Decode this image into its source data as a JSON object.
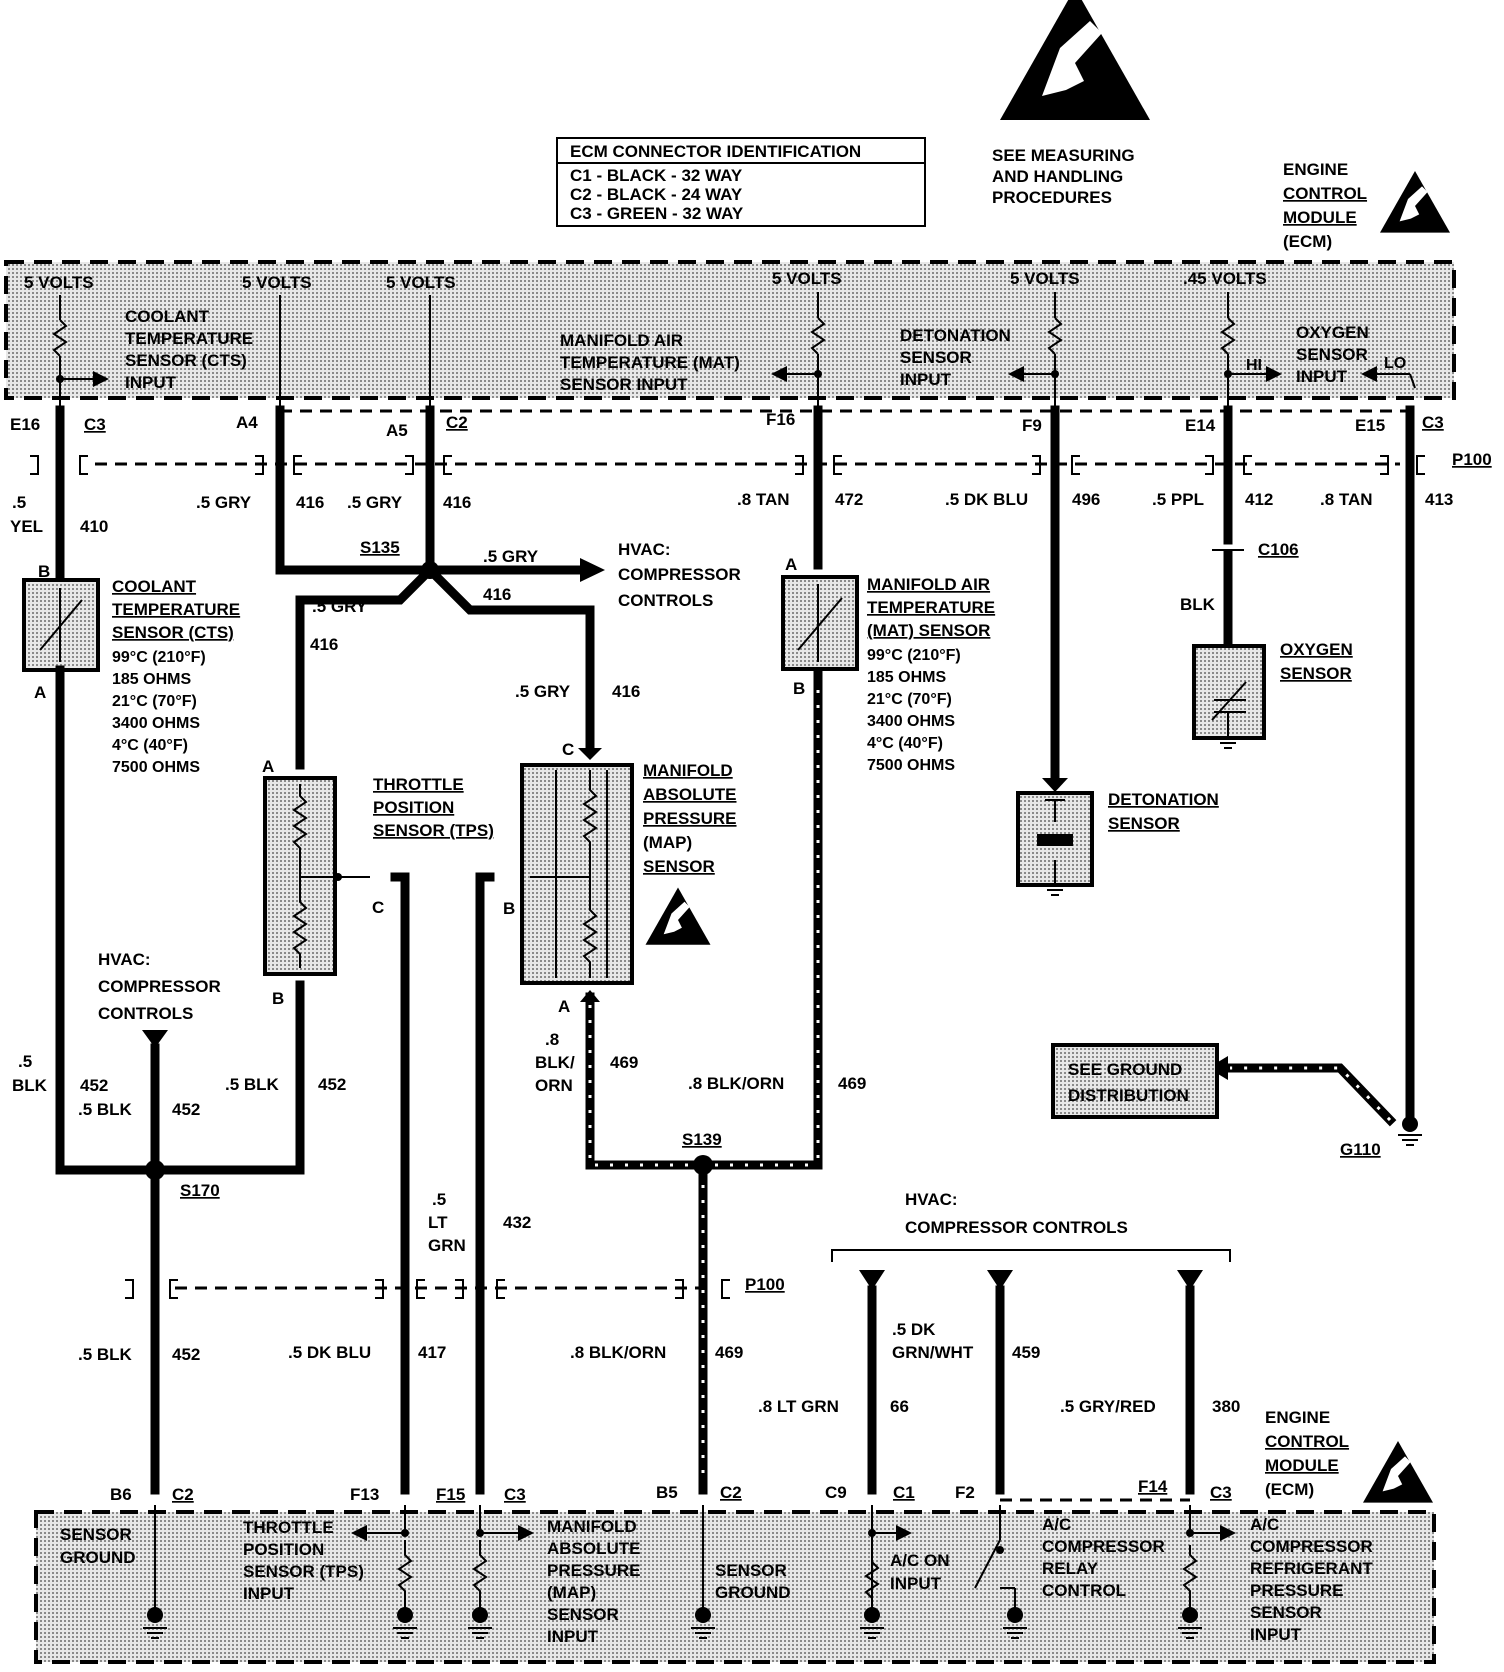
{
  "legend": {
    "title": "ECM CONNECTOR IDENTIFICATION",
    "lines": [
      "C1 - BLACK - 32 WAY",
      "C2 - BLACK - 24 WAY",
      "C3 - GREEN - 32 WAY"
    ]
  },
  "esd_note": [
    "SEE MEASURING",
    "AND HANDLING",
    "PROCEDURES"
  ],
  "ecm_label": [
    "ENGINE",
    "CONTROL",
    "MODULE",
    "(ECM)"
  ],
  "top_ecm": {
    "voltages": [
      "5 VOLTS",
      "5 VOLTS",
      "5 VOLTS",
      "5 VOLTS",
      "5 VOLTS",
      ".45 VOLTS"
    ],
    "cts_input": [
      "COOLANT",
      "TEMPERATURE",
      "SENSOR (CTS)",
      "INPUT"
    ],
    "mat_input": [
      "MANIFOLD AIR",
      "TEMPERATURE (MAT)",
      "SENSOR INPUT"
    ],
    "det_input": [
      "DETONATION",
      "SENSOR",
      "INPUT"
    ],
    "o2_input": [
      "OXYGEN",
      "SENSOR",
      "INPUT"
    ],
    "hi": "HI",
    "lo": "LO"
  },
  "pins_top": [
    "E16",
    "C3",
    "A4",
    "A5",
    "C2",
    "F16",
    "F9",
    "E14",
    "E15",
    "C3",
    "P100"
  ],
  "wires_top": {
    "cts": {
      "gauge": [
        ".5",
        "YEL"
      ],
      "circuit": "410"
    },
    "a4": {
      "gauge": ".5 GRY",
      "circuit": "416"
    },
    "a5": {
      "gauge": ".5 GRY",
      "circuit": "416"
    },
    "mat": {
      "gauge": ".8 TAN",
      "circuit": "472"
    },
    "det": {
      "gauge": ".5 DK BLU",
      "circuit": "496"
    },
    "o2": {
      "gauge": ".5 PPL",
      "circuit": "412"
    },
    "gnd": {
      "gauge": ".8 TAN",
      "circuit": "413"
    }
  },
  "splices": {
    "s135": "S135",
    "s139": "S139",
    "s170": "S170"
  },
  "hvac_branch": {
    "gauge": ".5 GRY",
    "circuit": "416",
    "label": [
      "HVAC:",
      "COMPRESSOR",
      "CONTROLS"
    ]
  },
  "tps_feed": {
    "gauge": ".5 GRY",
    "circuit": "416"
  },
  "map_feed": {
    "gauge": ".5 GRY",
    "circuit": "416"
  },
  "cts_sensor": {
    "name": [
      "COOLANT",
      "TEMPERATURE",
      "SENSOR (CTS)"
    ],
    "specs": [
      "99°C (210°F)",
      "185 OHMS",
      "21°C (70°F)",
      "3400 OHMS",
      "4°C (40°F)",
      "7500 OHMS"
    ],
    "pin_top": "B",
    "pin_bottom": "A"
  },
  "mat_sensor": {
    "name": [
      "MANIFOLD AIR",
      "TEMPERATURE",
      "(MAT) SENSOR"
    ],
    "specs": [
      "99°C (210°F)",
      "185 OHMS",
      "21°C (70°F)",
      "3400 OHMS",
      "4°C (40°F)",
      "7500 OHMS"
    ],
    "pin_top": "A",
    "pin_bottom": "B"
  },
  "tps_sensor": {
    "name": [
      "THROTTLE",
      "POSITION",
      "SENSOR (TPS)"
    ],
    "pins": [
      "A",
      "B",
      "C"
    ]
  },
  "map_sensor": {
    "name": [
      "MANIFOLD",
      "ABSOLUTE",
      "PRESSURE",
      "(MAP)",
      "SENSOR"
    ],
    "pins": [
      "C",
      "B",
      "A"
    ]
  },
  "o2_sensor": {
    "name": [
      "OXYGEN",
      "SENSOR"
    ],
    "connector": "C106",
    "wire": "BLK"
  },
  "det_sensor": {
    "name": [
      "DETONATION",
      "SENSOR"
    ]
  },
  "ground_note": [
    "SEE GROUND",
    "DISTRIBUTION"
  ],
  "ground_g110": "G110",
  "mid_wires": {
    "cts_gnd": {
      "gauge": [
        ".5",
        "BLK"
      ],
      "circuit": "452"
    },
    "hvac_gnd": {
      "gauge": ".5 BLK",
      "circuit": "452"
    },
    "tps_gnd": {
      "gauge": ".5 BLK",
      "circuit": "452"
    },
    "hvac_label": [
      "HVAC:",
      "COMPRESSOR",
      "CONTROLS"
    ],
    "map_gnd": {
      "gauge": [
        ".8",
        "BLK/",
        "ORN"
      ],
      "circuit": "469"
    },
    "mat_gnd": {
      "gauge": ".8 BLK/ORN",
      "circuit": "469"
    },
    "map_sig": {
      "gauge": [
        ".5",
        "LT",
        "GRN"
      ],
      "circuit": "432"
    }
  },
  "lower_wires": {
    "sensor_gnd": {
      "gauge": ".5 BLK",
      "circuit": "452"
    },
    "tps_sig": {
      "gauge": ".5 DK BLU",
      "circuit": "417"
    },
    "s139_out": {
      "gauge": ".8 BLK/ORN",
      "circuit": "469"
    },
    "p100": "P100"
  },
  "hvac_bottom": {
    "label": [
      "HVAC:",
      "COMPRESSOR CONTROLS"
    ],
    "w1": {
      "gauge": ".8 LT GRN",
      "circuit": "66"
    },
    "w2": {
      "gauge": [
        ".5 DK",
        "GRN/WHT"
      ],
      "circuit": "459"
    },
    "w3": {
      "gauge": ".5 GRY/RED",
      "circuit": "380"
    }
  },
  "pins_bottom": [
    "B6",
    "C2",
    "F13",
    "F15",
    "C3",
    "B5",
    "C2",
    "C9",
    "C1",
    "F2",
    "F14",
    "C3"
  ],
  "bottom_ecm": {
    "sensor_ground": [
      "SENSOR",
      "GROUND"
    ],
    "tps_input": [
      "THROTTLE",
      "POSITION",
      "SENSOR (TPS)",
      "INPUT"
    ],
    "map_input": [
      "MANIFOLD",
      "ABSOLUTE",
      "PRESSURE",
      "(MAP)",
      "SENSOR",
      "INPUT"
    ],
    "sensor_ground2": [
      "SENSOR",
      "GROUND"
    ],
    "ac_on": [
      "A/C ON",
      "INPUT"
    ],
    "ac_relay": [
      "A/C",
      "COMPRESSOR",
      "RELAY",
      "CONTROL"
    ],
    "ac_pressure": [
      "A/C",
      "COMPRESSOR",
      "REFRIGERANT",
      "PRESSURE",
      "SENSOR",
      "INPUT"
    ]
  }
}
